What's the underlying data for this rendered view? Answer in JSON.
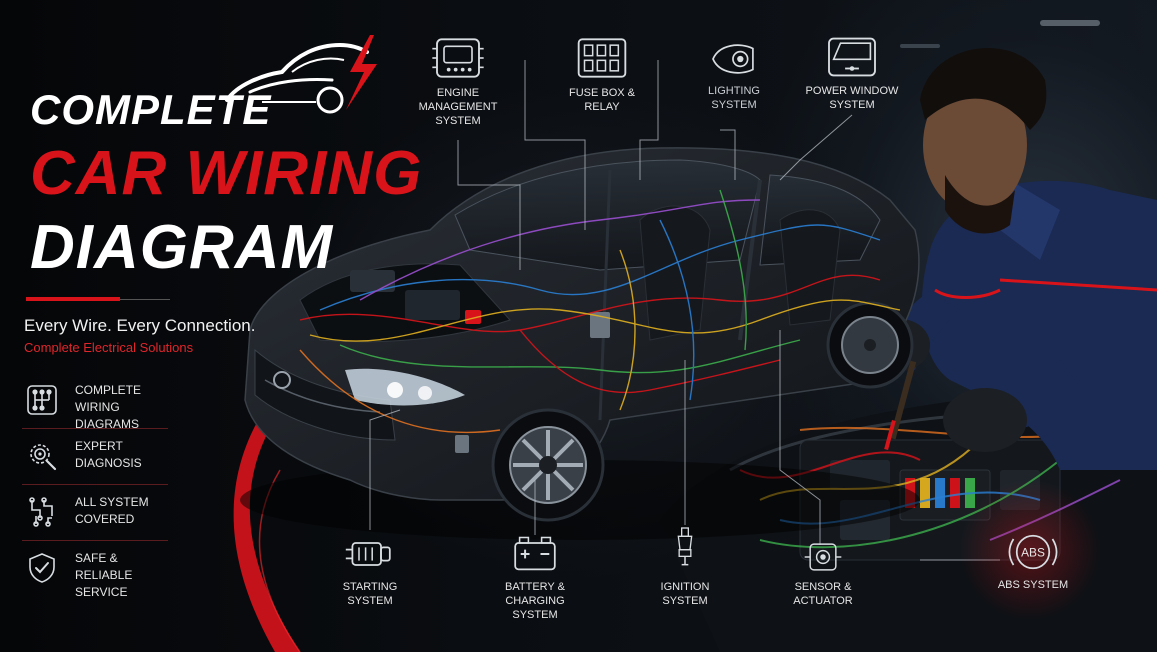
{
  "headline": {
    "line1": "COMPLETE",
    "line2": "CAR WIRING",
    "line3": "DIAGRAM"
  },
  "tagline": "Every Wire. Every Connection.",
  "subtagline": "Complete Electrical Solutions",
  "features": [
    {
      "icon": "gear-shift-icon",
      "line1": "COMPLETE",
      "line2": "WIRING DIAGRAMS"
    },
    {
      "icon": "gear-search-icon",
      "line1": "EXPERT",
      "line2": "DIAGNOSIS"
    },
    {
      "icon": "circuit-icon",
      "line1": "ALL SYSTEM",
      "line2": "COVERED"
    },
    {
      "icon": "shield-check-icon",
      "line1": "SAFE & RELIABLE",
      "line2": "SERVICE"
    }
  ],
  "callouts_top": [
    {
      "icon": "ecu-icon",
      "line1": "ENGINE",
      "line2": "MANAGEMENT",
      "line3": "SYSTEM"
    },
    {
      "icon": "fuse-box-icon",
      "line1": "FUSE BOX &",
      "line2": "RELAY"
    },
    {
      "icon": "headlight-icon",
      "line1": "LIGHTING",
      "line2": "SYSTEM"
    },
    {
      "icon": "power-window-icon",
      "line1": "POWER WINDOW",
      "line2": "SYSTEM"
    }
  ],
  "callouts_bottom": [
    {
      "icon": "starter-motor-icon",
      "line1": "STARTING",
      "line2": "SYSTEM"
    },
    {
      "icon": "battery-icon",
      "line1": "BATTERY &",
      "line2": "CHARGING SYSTEM"
    },
    {
      "icon": "spark-plug-icon",
      "line1": "IGNITION",
      "line2": "SYSTEM"
    },
    {
      "icon": "sensor-icon",
      "line1": "SENSOR &",
      "line2": "ACTUATOR"
    },
    {
      "icon": "abs-icon",
      "badge": "ABS",
      "line1": "ABS SYSTEM"
    }
  ],
  "colors": {
    "accent_red": "#d8141a",
    "text_white": "#ffffff",
    "background": "#07090c",
    "shirt_navy": "#1a2a52"
  }
}
